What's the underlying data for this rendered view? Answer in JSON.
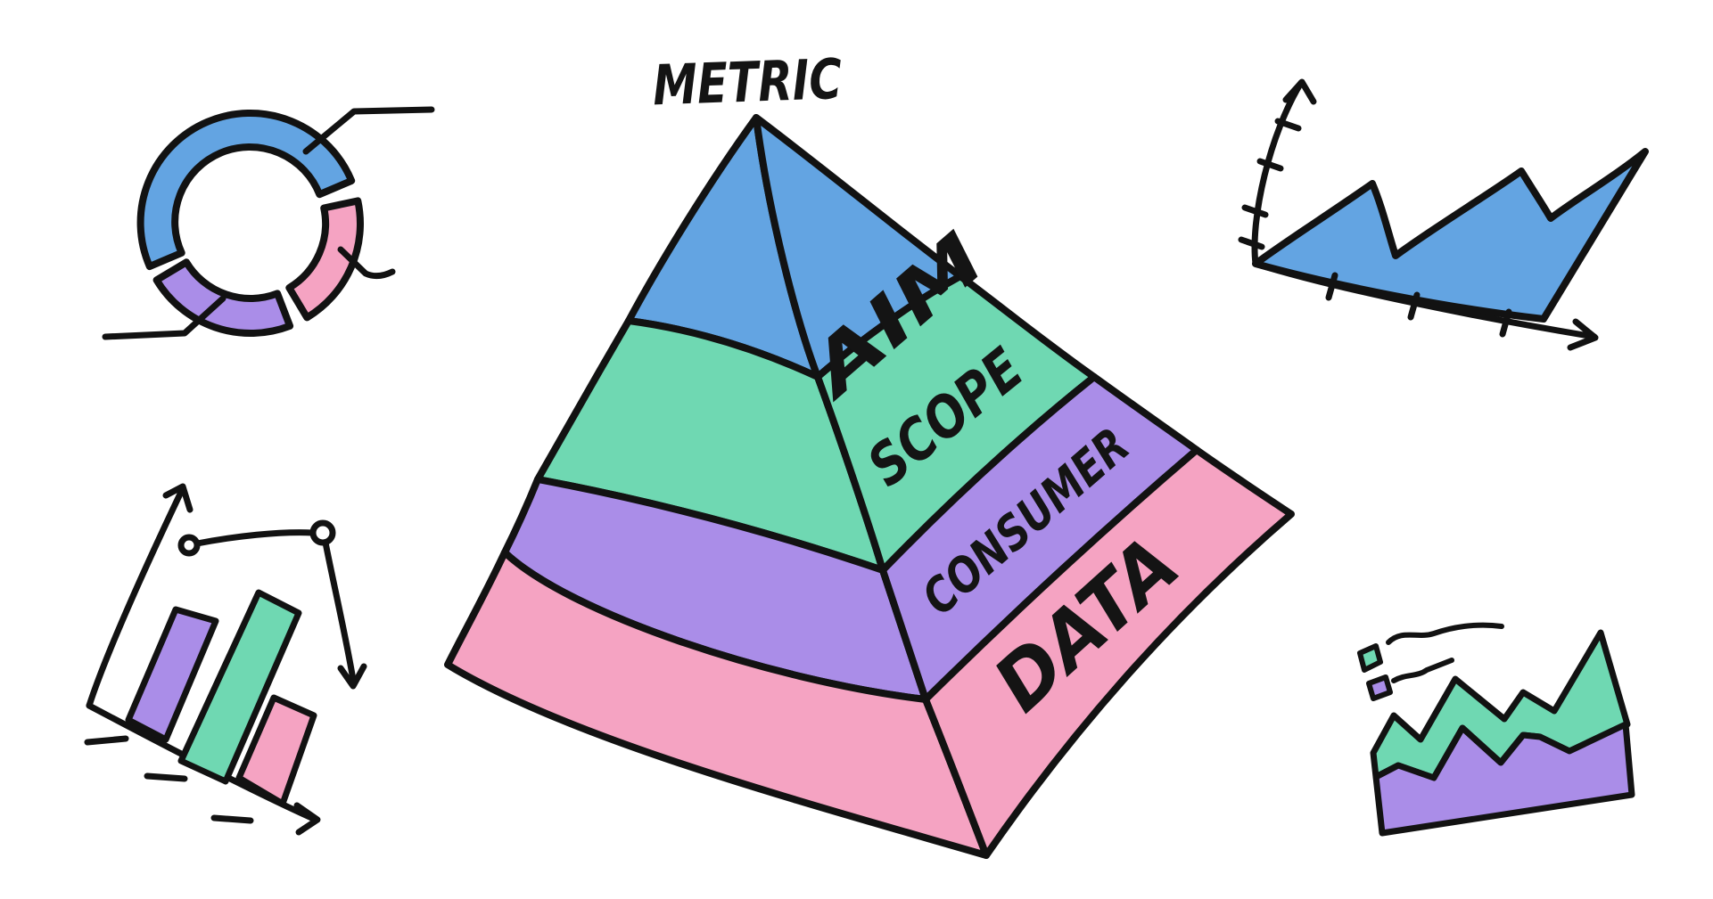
{
  "title": {
    "text": "METRIC"
  },
  "pyramid": {
    "layers": [
      {
        "label": "AIM",
        "color": "#63A4E2"
      },
      {
        "label": "SCOPE",
        "color": "#6FD8B2"
      },
      {
        "label": "CONSUMER",
        "color": "#AA8DE8"
      },
      {
        "label": "DATA",
        "color": "#F5A3C2"
      }
    ]
  },
  "palette": {
    "blue": "#63A4E2",
    "teal": "#6FD8B2",
    "purple": "#AA8DE8",
    "pink": "#F5A3C2",
    "ink": "#121212",
    "background": "#FFFFFF"
  },
  "doodles": {
    "donut_chart": {
      "segment_colors": [
        "#63A4E2",
        "#F5A3C2",
        "#AA8DE8"
      ]
    },
    "bar_chart": {
      "bar_colors": [
        "#AA8DE8",
        "#6FD8B2",
        "#F5A3C2"
      ]
    },
    "area_chart": {
      "fill_color": "#63A4E2"
    },
    "stacked_area_chart": {
      "series_colors": [
        "#6FD8B2",
        "#AA8DE8"
      ]
    }
  }
}
